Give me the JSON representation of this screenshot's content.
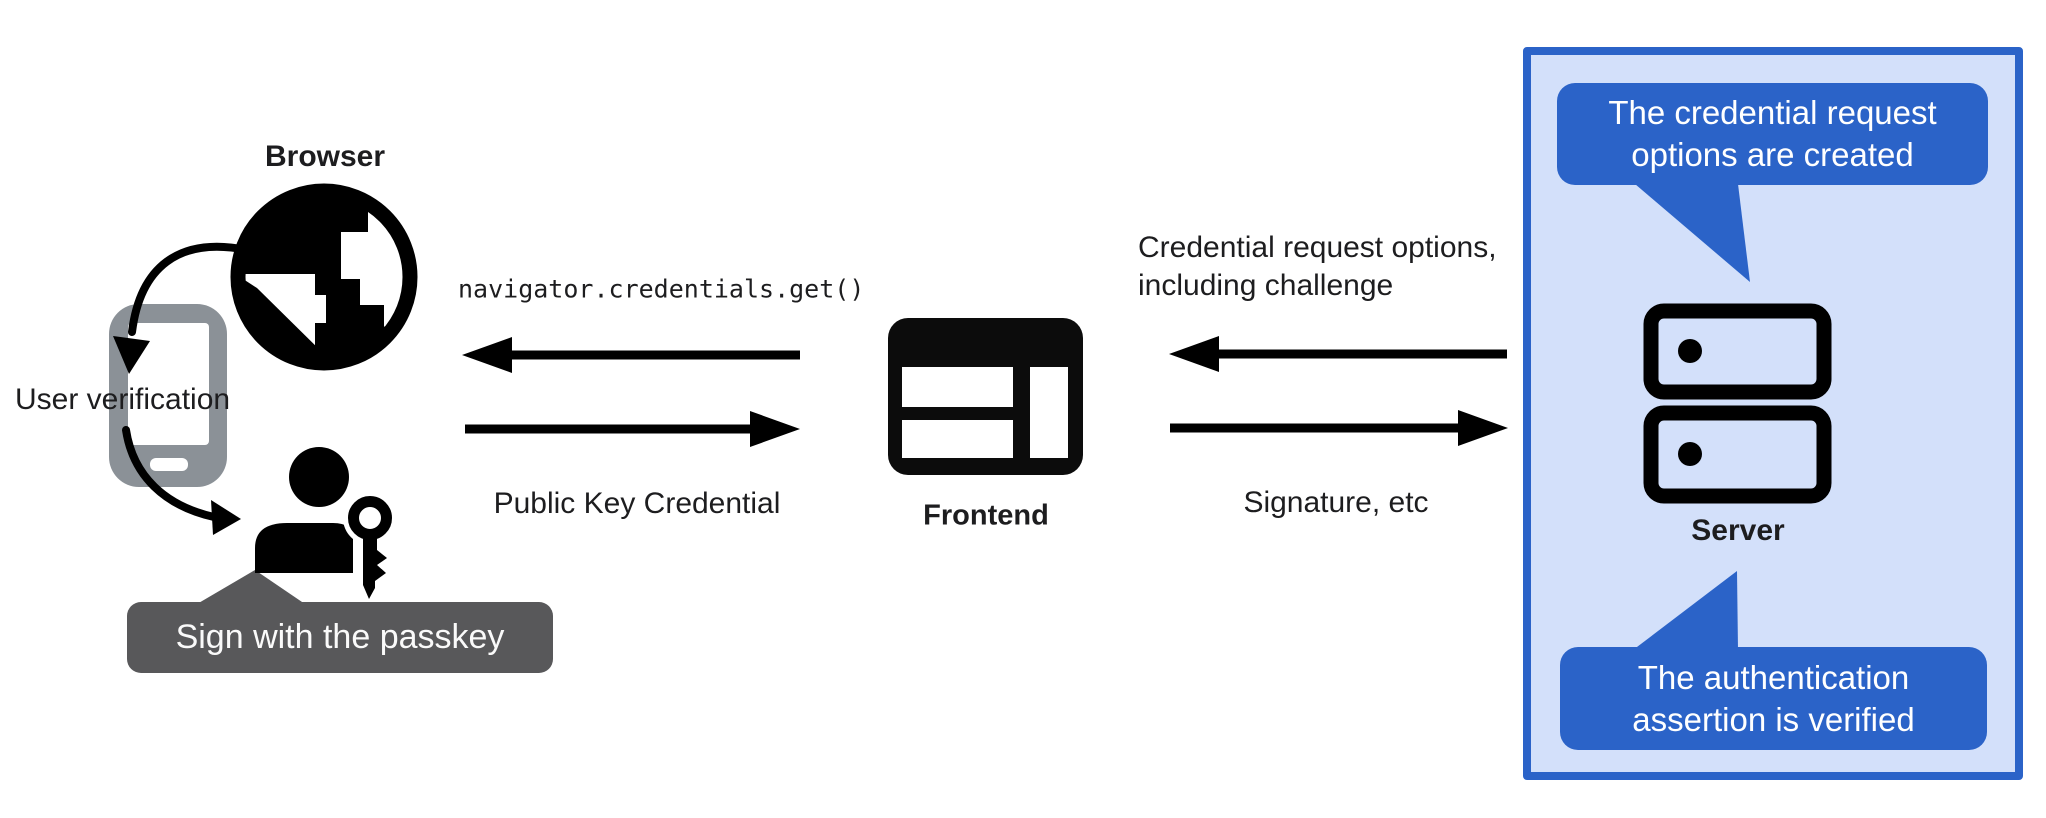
{
  "diagram": {
    "browser": {
      "label": "Browser",
      "user_verification": "User verification",
      "tooltip": "Sign with the passkey"
    },
    "frontend": {
      "label": "Frontend"
    },
    "server": {
      "label": "Server",
      "bubble_top_line1": "The credential request",
      "bubble_top_line2": "options are created",
      "bubble_bottom_line1": "The authentication",
      "bubble_bottom_line2": "assertion is verified"
    },
    "messages": {
      "api_call": "navigator.credentials.get()",
      "public_key_credential": "Public Key Credential",
      "credential_request_line1": "Credential request options,",
      "credential_request_line2": "including challenge",
      "signature": "Signature, etc"
    },
    "colors": {
      "bubble_blue": "#2b63c8",
      "panel_fill": "#d3e0fa",
      "panel_border": "#2b63c8",
      "tooltip_gray": "#58585a",
      "phone_gray": "#8b9197",
      "ink": "#1d1d1f"
    }
  }
}
